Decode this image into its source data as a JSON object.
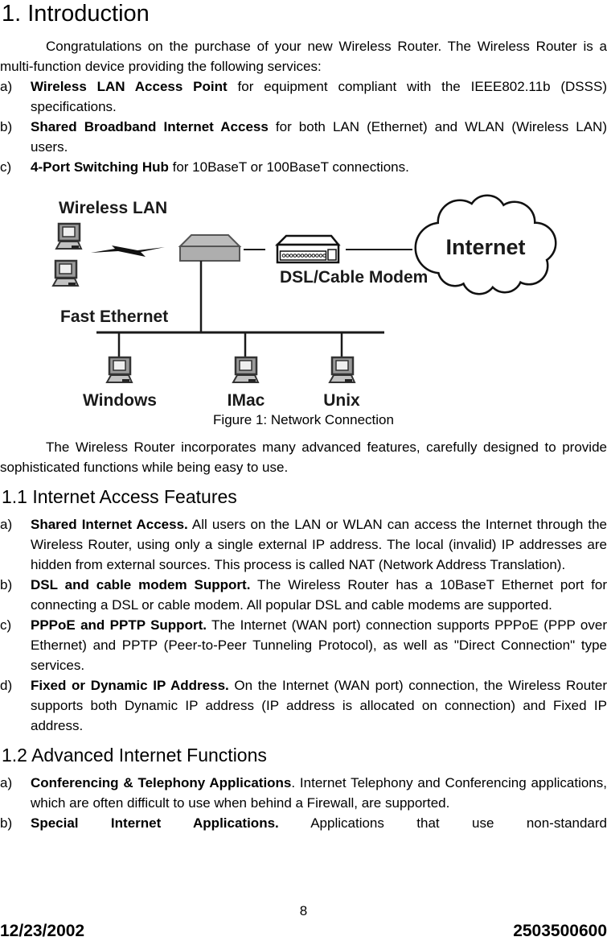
{
  "page": {
    "heading": "1. Introduction",
    "intro": "Congratulations on the purchase of your new Wireless Router. The Wireless Router is a multi-function device providing the following services:",
    "intro_list": [
      {
        "marker": "a)",
        "bold": "Wireless LAN Access Point",
        "text": " for equipment compliant with the IEEE802.11b (DSSS) specifications."
      },
      {
        "marker": "b)",
        "bold": "Shared Broadband Internet Access",
        "text": " for both LAN (Ethernet) and WLAN (Wireless LAN) users."
      },
      {
        "marker": "c)",
        "bold": "4-Port Switching Hub",
        "text": " for 10BaseT or 100BaseT connections."
      }
    ],
    "figure": {
      "labels": {
        "wireless_lan": "Wireless LAN",
        "fast_ethernet": "Fast Ethernet",
        "modem": "DSL/Cable Modem",
        "internet": "Internet",
        "windows": "Windows",
        "imac": "IMac",
        "unix": "Unix"
      },
      "caption": "Figure 1: Network Connection"
    },
    "para2": "The Wireless Router incorporates many advanced features, carefully designed to provide sophisticated functions while being easy to use.",
    "section1": {
      "heading": "1.1 Internet Access Features",
      "items": [
        {
          "marker": "a)",
          "bold": "Shared Internet Access.",
          "text": " All users on the LAN or WLAN can access the Internet through the Wireless Router, using only a single external IP address. The local (invalid) IP addresses are hidden from external sources. This process is called NAT (Network Address Translation)."
        },
        {
          "marker": "b)",
          "bold": "DSL and cable modem Support.",
          "text": " The Wireless Router has a 10BaseT Ethernet port for connecting a DSL or cable modem. All popular DSL and cable modems are supported."
        },
        {
          "marker": "c)",
          "bold": "PPPoE and PPTP Support.",
          "text": " The Internet (WAN port) connection supports PPPoE (PPP over Ethernet) and PPTP (Peer-to-Peer Tunneling Protocol), as well as \"Direct Connection\" type services."
        },
        {
          "marker": "d)",
          "bold": "Fixed or Dynamic IP Address.",
          "text": " On the Internet (WAN port) connection, the Wireless Router supports both Dynamic IP address (IP address is allocated on connection) and Fixed IP address."
        }
      ]
    },
    "section2": {
      "heading": "1.2 Advanced Internet Functions",
      "items": [
        {
          "marker": "a)",
          "bold": "Conferencing & Telephony Applications",
          "text": ". Internet Telephony and Conferencing applications, which are often difficult to use when behind a Firewall, are supported."
        },
        {
          "marker": "b)",
          "bold": "Special Internet Applications.",
          "text": " Applications that use non-standard"
        }
      ]
    },
    "footer": {
      "page_number": "8",
      "date": "12/23/2002",
      "doc_number": "2503500600"
    },
    "colors": {
      "text": "#000000",
      "device_fill": "#b2b2b2",
      "device_stroke": "#555555",
      "line": "#1a1a1a"
    }
  }
}
